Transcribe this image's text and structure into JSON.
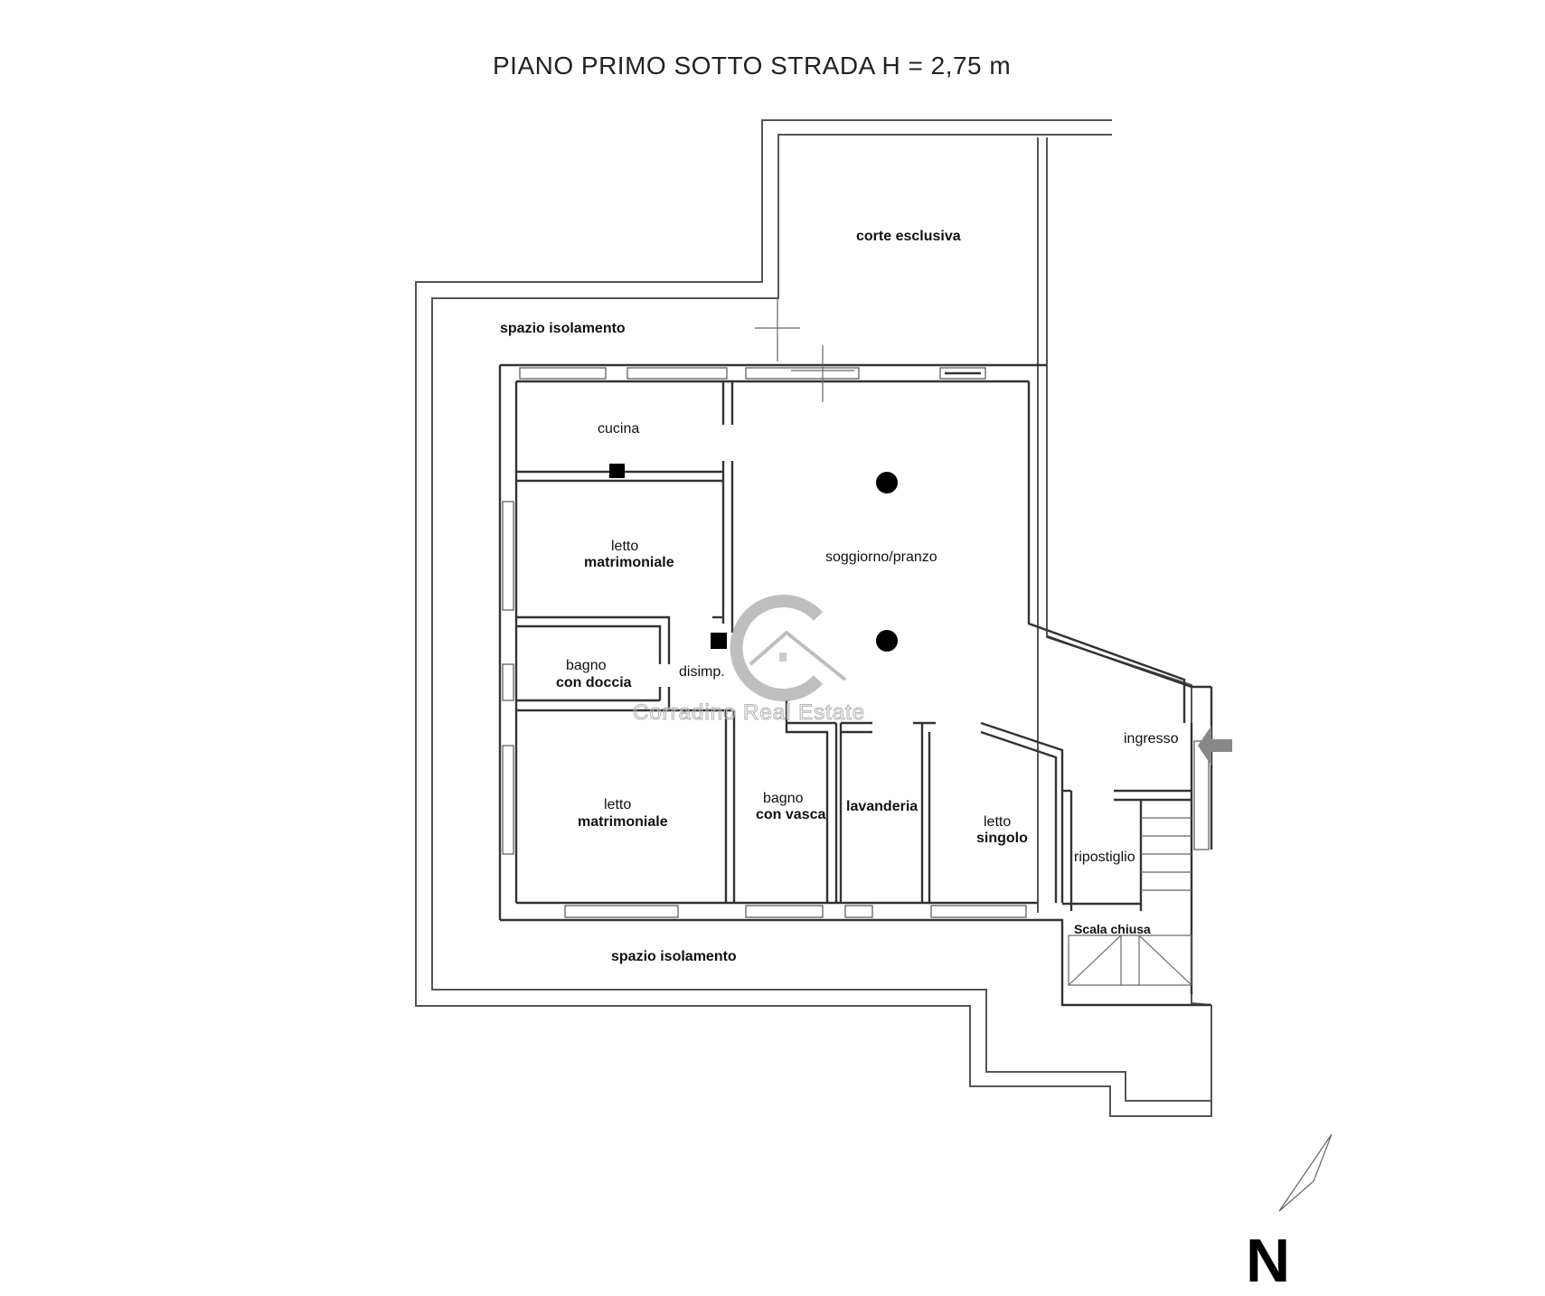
{
  "title": "PIANO PRIMO SOTTO STRADA H = 2,75 m",
  "rooms": {
    "corte": "corte esclusiva",
    "spazio_top": "spazio isolamento",
    "cucina": "cucina",
    "soggiorno": "soggiorno/pranzo",
    "letto1_a": "letto",
    "letto1_b": "matrimoniale",
    "bagno1_a": "bagno",
    "bagno1_b": "con doccia",
    "disimp": "disimp.",
    "letto2_a": "letto",
    "letto2_b": "matrimoniale",
    "bagno2_a": "bagno",
    "bagno2_b": "con vasca",
    "lavanderia": "lavanderia",
    "letto3_a": "letto",
    "letto3_b": "singolo",
    "ingresso": "ingresso",
    "ripostiglio": "ripostiglio",
    "scala": "Scala chiusa",
    "spazio_bottom": "spazio isolamento"
  },
  "watermark": "Corradino Real Estate",
  "north": "N"
}
